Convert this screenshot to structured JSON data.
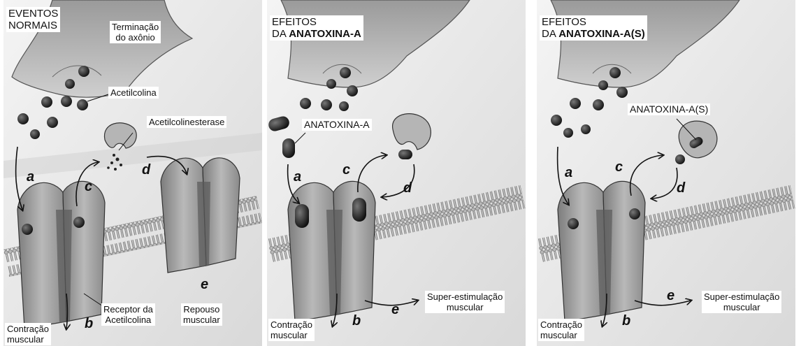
{
  "panels": [
    {
      "title_lines": [
        "EVENTOS",
        "NORMAIS"
      ],
      "labels": {
        "axon": "Terminação\ndo axônio",
        "acetylcholine": "Acetilcolina",
        "esterase": "Acetilcolinesterase",
        "receptor": "Receptor da\nAcetilcolina",
        "rest": "Repouso\nmuscular",
        "contraction": "Contração\nmuscular"
      },
      "steps": [
        "a",
        "b",
        "c",
        "d",
        "e"
      ]
    },
    {
      "title_line1": "EFEITOS",
      "title_prefix": "DA ",
      "title_bold": "ANATOXINA-A",
      "labels": {
        "toxin": "ANATOXINA-A",
        "contraction": "Contração\nmuscular",
        "overstim": "Super-estimulação\nmuscular"
      },
      "steps": [
        "a",
        "b",
        "c",
        "d",
        "e"
      ]
    },
    {
      "title_line1": "EFEITOS",
      "title_prefix": "DA ",
      "title_bold": "ANATOXINA-A(S)",
      "labels": {
        "toxin": "ANATOXINA-A(S)",
        "contraction": "Contração\nmuscular",
        "overstim": "Super-estimulação\nmuscular"
      },
      "steps": [
        "a",
        "b",
        "c",
        "d",
        "e"
      ]
    }
  ]
}
